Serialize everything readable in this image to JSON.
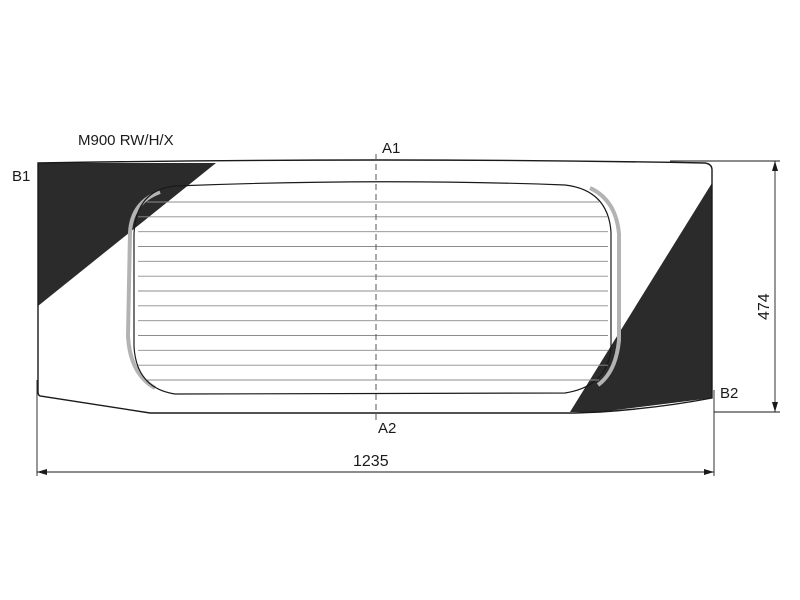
{
  "model": "M900 RW/H/X",
  "labels": {
    "a1": "A1",
    "a2": "A2",
    "b1": "B1",
    "b2": "B2"
  },
  "dimensions": {
    "width": "1235",
    "height": "474"
  },
  "heater_lines": 13,
  "colors": {
    "outline": "#1a1a1a",
    "ceramic_band": "#2b2b2b",
    "frit_edge": "#b3b3b3",
    "heater_line": "#8c8c8c",
    "centerline": "#555555"
  }
}
